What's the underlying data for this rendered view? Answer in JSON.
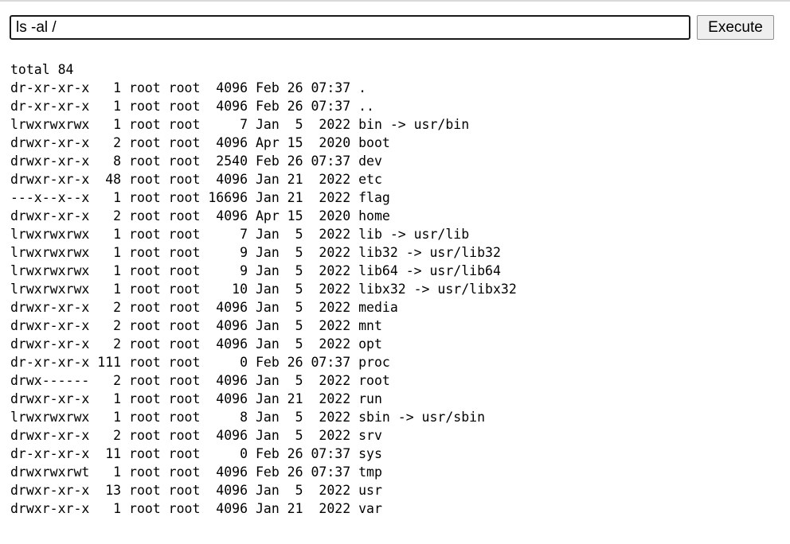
{
  "command_bar": {
    "input_value": "ls -al /",
    "execute_label": "Execute"
  },
  "output": {
    "lines": [
      "total 84",
      "dr-xr-xr-x   1 root root  4096 Feb 26 07:37 .",
      "dr-xr-xr-x   1 root root  4096 Feb 26 07:37 ..",
      "lrwxrwxrwx   1 root root     7 Jan  5  2022 bin -> usr/bin",
      "drwxr-xr-x   2 root root  4096 Apr 15  2020 boot",
      "drwxr-xr-x   8 root root  2540 Feb 26 07:37 dev",
      "drwxr-xr-x  48 root root  4096 Jan 21  2022 etc",
      "---x--x--x   1 root root 16696 Jan 21  2022 flag",
      "drwxr-xr-x   2 root root  4096 Apr 15  2020 home",
      "lrwxrwxrwx   1 root root     7 Jan  5  2022 lib -> usr/lib",
      "lrwxrwxrwx   1 root root     9 Jan  5  2022 lib32 -> usr/lib32",
      "lrwxrwxrwx   1 root root     9 Jan  5  2022 lib64 -> usr/lib64",
      "lrwxrwxrwx   1 root root    10 Jan  5  2022 libx32 -> usr/libx32",
      "drwxr-xr-x   2 root root  4096 Jan  5  2022 media",
      "drwxr-xr-x   2 root root  4096 Jan  5  2022 mnt",
      "drwxr-xr-x   2 root root  4096 Jan  5  2022 opt",
      "dr-xr-xr-x 111 root root     0 Feb 26 07:37 proc",
      "drwx------   2 root root  4096 Jan  5  2022 root",
      "drwxr-xr-x   1 root root  4096 Jan 21  2022 run",
      "lrwxrwxrwx   1 root root     8 Jan  5  2022 sbin -> usr/sbin",
      "drwxr-xr-x   2 root root  4096 Jan  5  2022 srv",
      "dr-xr-xr-x  11 root root     0 Feb 26 07:37 sys",
      "drwxrwxrwt   1 root root  4096 Feb 26 07:37 tmp",
      "drwxr-xr-x  13 root root  4096 Jan  5  2022 usr",
      "drwxr-xr-x   1 root root  4096 Jan 21  2022 var"
    ]
  }
}
